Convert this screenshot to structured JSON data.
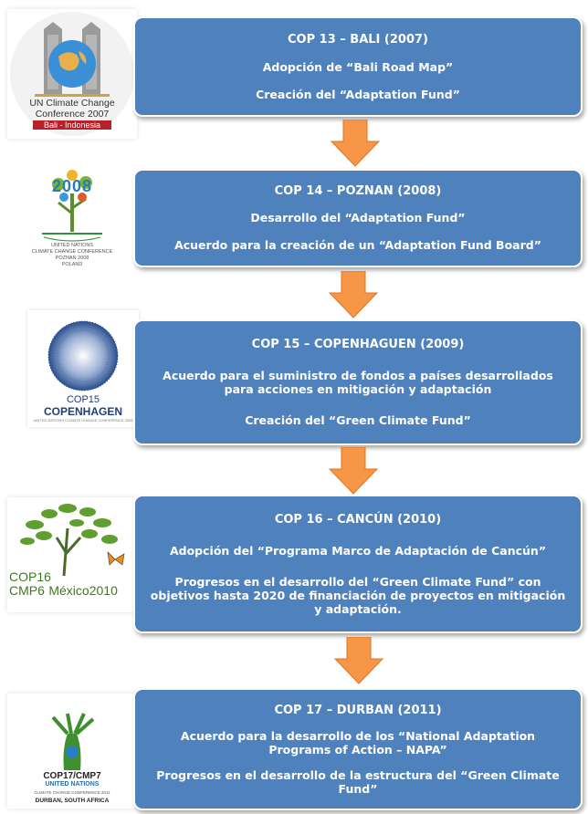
{
  "colors": {
    "box": "#4f81bd",
    "arrow": "#f79646",
    "text": "#ffffff"
  },
  "steps": [
    {
      "title": "COP 13 – BALI (2007)",
      "lines": [
        "Adopción de “Bali Road Map”",
        "Creación del “Adaptation Fund”"
      ],
      "logo": {
        "name": "cop13-bali-logo",
        "l1": "UN Climate Change",
        "l2": "Conference 2007",
        "l3": "Bali - Indonesia"
      }
    },
    {
      "title": "COP 14 – POZNAN (2008)",
      "lines": [
        "Desarrollo del “Adaptation Fund”",
        "Acuerdo para la creación de un “Adaptation Fund Board”"
      ],
      "logo": {
        "name": "cop14-poznan-logo",
        "l1": "2008",
        "l2": "UNITED NATIONS",
        "l3": "CLIMATE CHANGE CONFERENCE",
        "l4": "POZNAŃ 2008",
        "l5": "POLAND"
      }
    },
    {
      "title": "COP 15 – COPENHAGUEN (2009)",
      "lines": [
        "Acuerdo para el suministro de fondos a países desarrollados para acciones en mitigación y adaptación",
        "Creación del “Green Climate Fund”"
      ],
      "logo": {
        "name": "cop15-copenhagen-logo",
        "l1": "COP15",
        "l2": "COPENHAGEN",
        "l3": "UNITED NATIONS CLIMATE CHANGE CONFERENCE 2009"
      }
    },
    {
      "title": "COP 16 – CANCÚN (2010)",
      "lines": [
        "Adopción del “Programa Marco de Adaptación de Cancún”",
        "Progresos en el desarrollo del “Green Climate Fund” con objetivos hasta 2020 de financiación de proyectos en mitigación y adaptación."
      ],
      "logo": {
        "name": "cop16-cancun-logo",
        "l1": "COP16",
        "l2": "CMP6",
        "l3": "México2010"
      }
    },
    {
      "title": "COP 17 – DURBAN (2011)",
      "lines": [
        "Acuerdo para la desarrollo de los “National Adaptation Programs of Action – NAPA”",
        "Progresos en el desarrollo de la estructura del “Green Climate Fund”"
      ],
      "logo": {
        "name": "cop17-durban-logo",
        "l1": "COP17/CMP7",
        "l2": "UNITED NATIONS",
        "l3": "CLIMATE CHANGE CONFERENCE 2011",
        "l4": "DURBAN, SOUTH AFRICA"
      }
    }
  ]
}
